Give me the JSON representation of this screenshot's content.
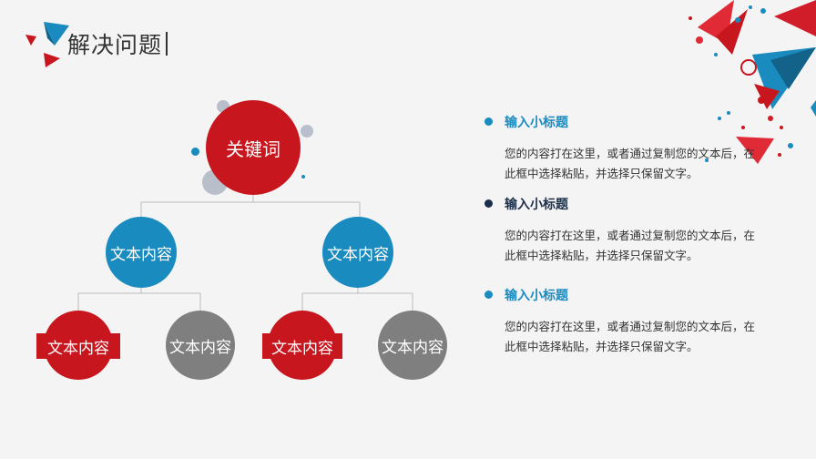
{
  "header": {
    "title": "解决问题"
  },
  "diagram": {
    "root": "关键词",
    "left": {
      "label": "文本内容",
      "children": [
        "文本内容",
        "文本内容"
      ]
    },
    "right": {
      "label": "文本内容",
      "children": [
        "文本内容",
        "文本内容"
      ]
    }
  },
  "points": [
    {
      "title": "输入小标题",
      "body": "您的内容打在这里，或者通过复制您的文本后，在此框中选择粘贴，并选择只保留文字。"
    },
    {
      "title": "输入小标题",
      "body": "您的内容打在这里，或者通过复制您的文本后，在此框中选择粘贴，并选择只保留文字。"
    },
    {
      "title": "输入小标题",
      "body": "您的内容打在这里，或者通过复制您的文本后，在此框中选择粘贴，并选择只保留文字。"
    }
  ],
  "colors": {
    "red": "#c8161e",
    "blue": "#1a8bbf",
    "gray": "#7f7f7f",
    "navy": "#1c2f4a"
  }
}
